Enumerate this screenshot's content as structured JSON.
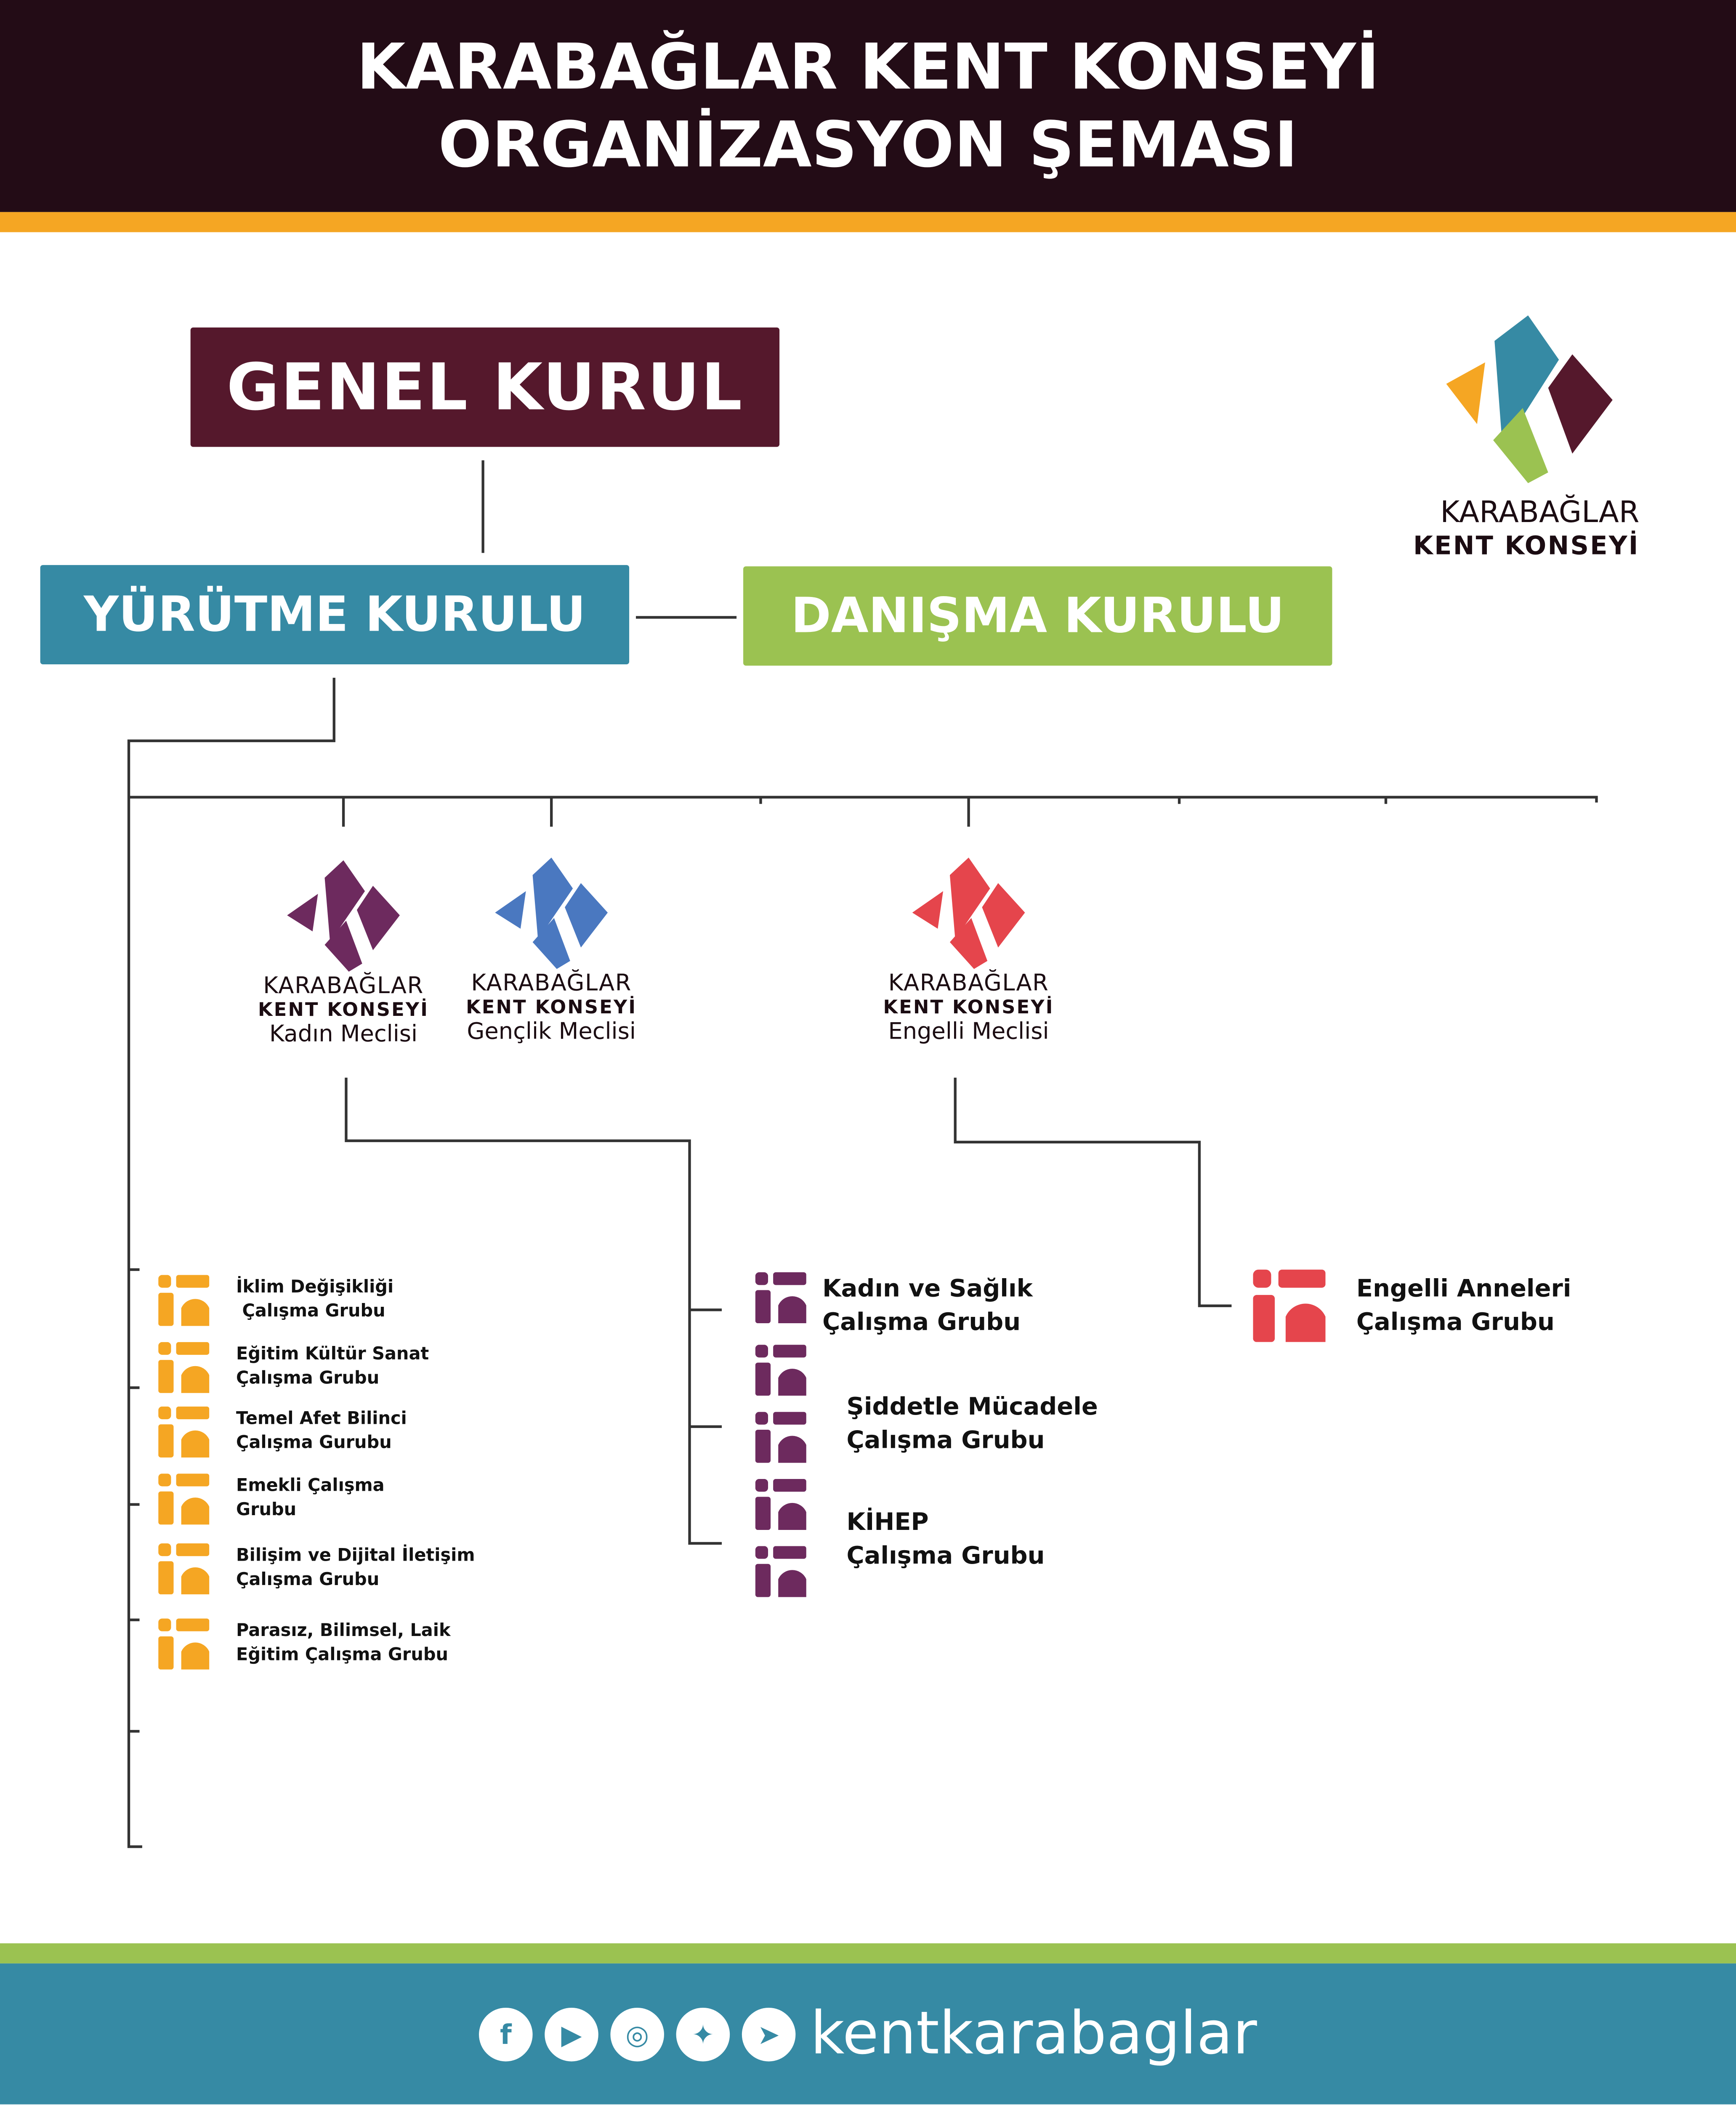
{
  "header": {
    "title_line1": "KARABAĞLAR KENT KONSEYİ",
    "title_line2": "ORGANİZASYON ŞEMASI"
  },
  "boxes": {
    "genel_kurul": "GENEL KURUL",
    "yurutme_kurulu": "YÜRÜTME KURULU",
    "danisma_kurulu": "DANIŞMA KURULU"
  },
  "logo": {
    "line1": "KARABAĞLAR",
    "line2": "KENT KONSEYİ"
  },
  "meclisler": [
    {
      "line1": "KARABAĞLAR",
      "line2": "KENT KONSEYİ",
      "line3": "Kadın Meclisi",
      "color": "#6d2a5e"
    },
    {
      "line1": "KARABAĞLAR",
      "line2": "KENT KONSEYİ",
      "line3": "Gençlik Meclisi",
      "color": "#4a78c0"
    },
    {
      "line1": "KARABAĞLAR",
      "line2": "KENT KONSEYİ",
      "line3": "Engelli Meclisi",
      "color": "#e5454c"
    }
  ],
  "yurutme_groups": [
    "İklim Değişikliği\n Çalışma Grubu",
    "Eğitim Kültür Sanat\nÇalışma Grubu",
    "Temel Afet Bilinci\nÇalışma Gurubu",
    "Emekli Çalışma\nGrubu",
    "Bilişim ve Dijital İletişim\nÇalışma Grubu",
    "Parasız, Bilimsel, Laik\nEğitim Çalışma Grubu"
  ],
  "kadin_groups": [
    "Kadın ve Sağlık\nÇalışma Grubu",
    "Şiddetle Mücadele\nÇalışma Grubu",
    "KİHEP\nÇalışma Grubu"
  ],
  "engelli_groups": [
    "Engelli Anneleri\nÇalışma Grubu"
  ],
  "colors": {
    "orange": "#f5a623",
    "purple": "#6d2a5e",
    "red": "#e5454c",
    "teal": "#368aa4",
    "green": "#9bc251",
    "maroon": "#55182c"
  },
  "footer": {
    "icons": [
      "facebook-icon",
      "youtube-icon",
      "instagram-icon",
      "twitter-icon",
      "telegram-icon"
    ],
    "handle": "kentkarabaglar"
  }
}
